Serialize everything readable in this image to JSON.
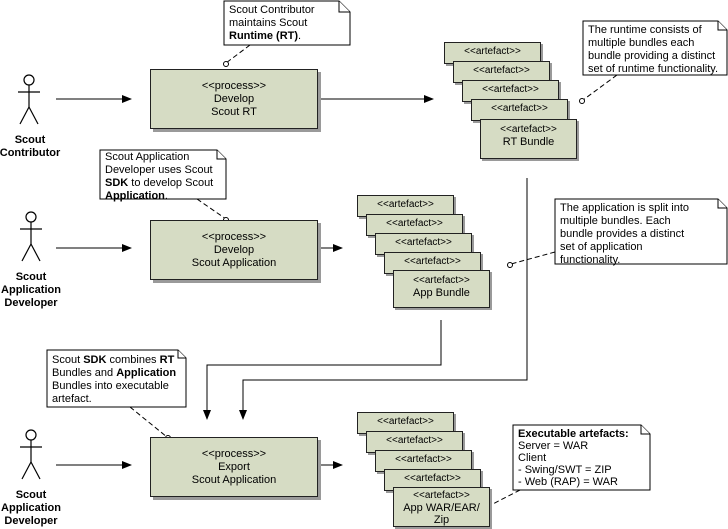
{
  "actors": [
    {
      "id": "contributor",
      "line1": "Scout",
      "line2": "Contributor",
      "line3": ""
    },
    {
      "id": "app-dev-1",
      "line1": "Scout",
      "line2": "Application",
      "line3": "Developer"
    },
    {
      "id": "app-dev-2",
      "line1": "Scout",
      "line2": "Application",
      "line3": "Developer"
    }
  ],
  "processes": [
    {
      "stereotype": "<<process>>",
      "line1": "Develop",
      "line2": "Scout RT"
    },
    {
      "stereotype": "<<process>>",
      "line1": "Develop",
      "line2": "Scout Application"
    },
    {
      "stereotype": "<<process>>",
      "line1": "Export",
      "line2": "Scout Application"
    }
  ],
  "artefact_stereotype": "<<artefact>>",
  "artefact_groups": [
    {
      "final_label": "RT Bundle"
    },
    {
      "final_label": "App Bundle"
    },
    {
      "final_label": "App WAR/EAR/",
      "final_label2": "Zip"
    }
  ],
  "notes": {
    "runtime_rt": {
      "t1": "Scout Contributor",
      "t2": "maintains Scout",
      "t3b": "Runtime (RT)",
      "t3": "."
    },
    "runtime_desc": {
      "t1": "The runtime consists of",
      "t2": "multiple bundles each",
      "t3": "bundle providing a distinct",
      "t4": "set of runtime functionality."
    },
    "sdk_use": {
      "t1": "Scout Application",
      "t2": "Developer uses Scout",
      "t3b": "SDK",
      "t3": " to develop Scout",
      "t4b": "Application",
      "t4": "."
    },
    "app_split": {
      "t1": "The application is split into",
      "t2": "multiple bundles.  Each",
      "t3": "bundle provides  a distinct",
      "t4": "set of application",
      "t5": "functionality."
    },
    "sdk_combine": {
      "t1a": "Scout ",
      "t1b": "SDK",
      "t1c": " combines ",
      "t1d": "RT",
      "t2a": "Bundles and ",
      "t2b": "Application",
      "t3": "Bundles into executable",
      "t4": "artefact."
    },
    "executable": {
      "title": "Executable artefacts:",
      "l1": "Server = WAR",
      "l2": "Client",
      "l3": "- Swing/SWT = ZIP",
      "l4": "- Web (RAP) = WAR"
    }
  }
}
